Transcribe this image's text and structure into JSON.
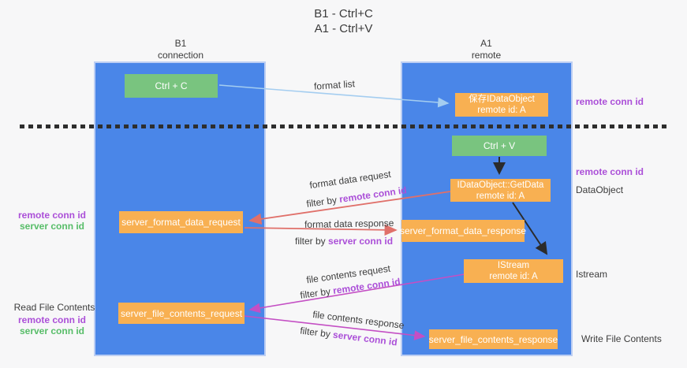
{
  "title": {
    "line1": "B1 - Ctrl+C",
    "line2": "A1 - Ctrl+V"
  },
  "columns": {
    "left": {
      "title": "B1",
      "subtitle": "connection"
    },
    "right": {
      "title": "A1",
      "subtitle": "remote"
    }
  },
  "nodes": {
    "ctrl_c": {
      "label": "Ctrl + C"
    },
    "save_idataobject": {
      "line1": "保存IDataObject",
      "line2": "remote id: A"
    },
    "ctrl_v": {
      "label": "Ctrl + V"
    },
    "getdata": {
      "line1": "IDataObject::GetData",
      "line2": "remote id: A"
    },
    "server_format_data_request": {
      "label": "server_format_data_request"
    },
    "server_format_data_response": {
      "label": "server_format_data_response"
    },
    "istream": {
      "line1": "IStream",
      "line2": "remote id: A"
    },
    "server_file_contents_request": {
      "label": "server_file_contents_request"
    },
    "server_file_contents_response": {
      "label": "server_file_contents_response"
    }
  },
  "edge_labels": {
    "format_list": "format list",
    "format_data_request": "format data request",
    "format_data_response": "format data response",
    "file_contents_request": "file contents request",
    "file_contents_response": "file contents response",
    "filter_prefix": "filter by ",
    "remote_conn_id": "remote conn id",
    "server_conn_id": "server conn id"
  },
  "side_labels": {
    "right_remote_conn_id_1": "remote conn id",
    "right_remote_conn_id_2": "remote conn id",
    "data_object": "DataObject",
    "istream": "Istream",
    "write_file_contents": "Write File Contents",
    "left_remote_conn_id_1": "remote conn id",
    "left_server_conn_id_1": "server conn id",
    "read_file_contents": "Read File Contents",
    "left_remote_conn_id_2": "remote conn id",
    "left_server_conn_id_2": "server conn id"
  },
  "colors": {
    "column_blue": "#4a86e8",
    "node_orange": "#f8b052",
    "node_green": "#79c47f",
    "arrow_blue": "#a4cdf0",
    "arrow_red": "#e0706a",
    "arrow_magenta": "#c44fc4",
    "arrow_black": "#2b2b2b",
    "label_purple": "#ab4fd8",
    "label_green": "#57bd68"
  }
}
